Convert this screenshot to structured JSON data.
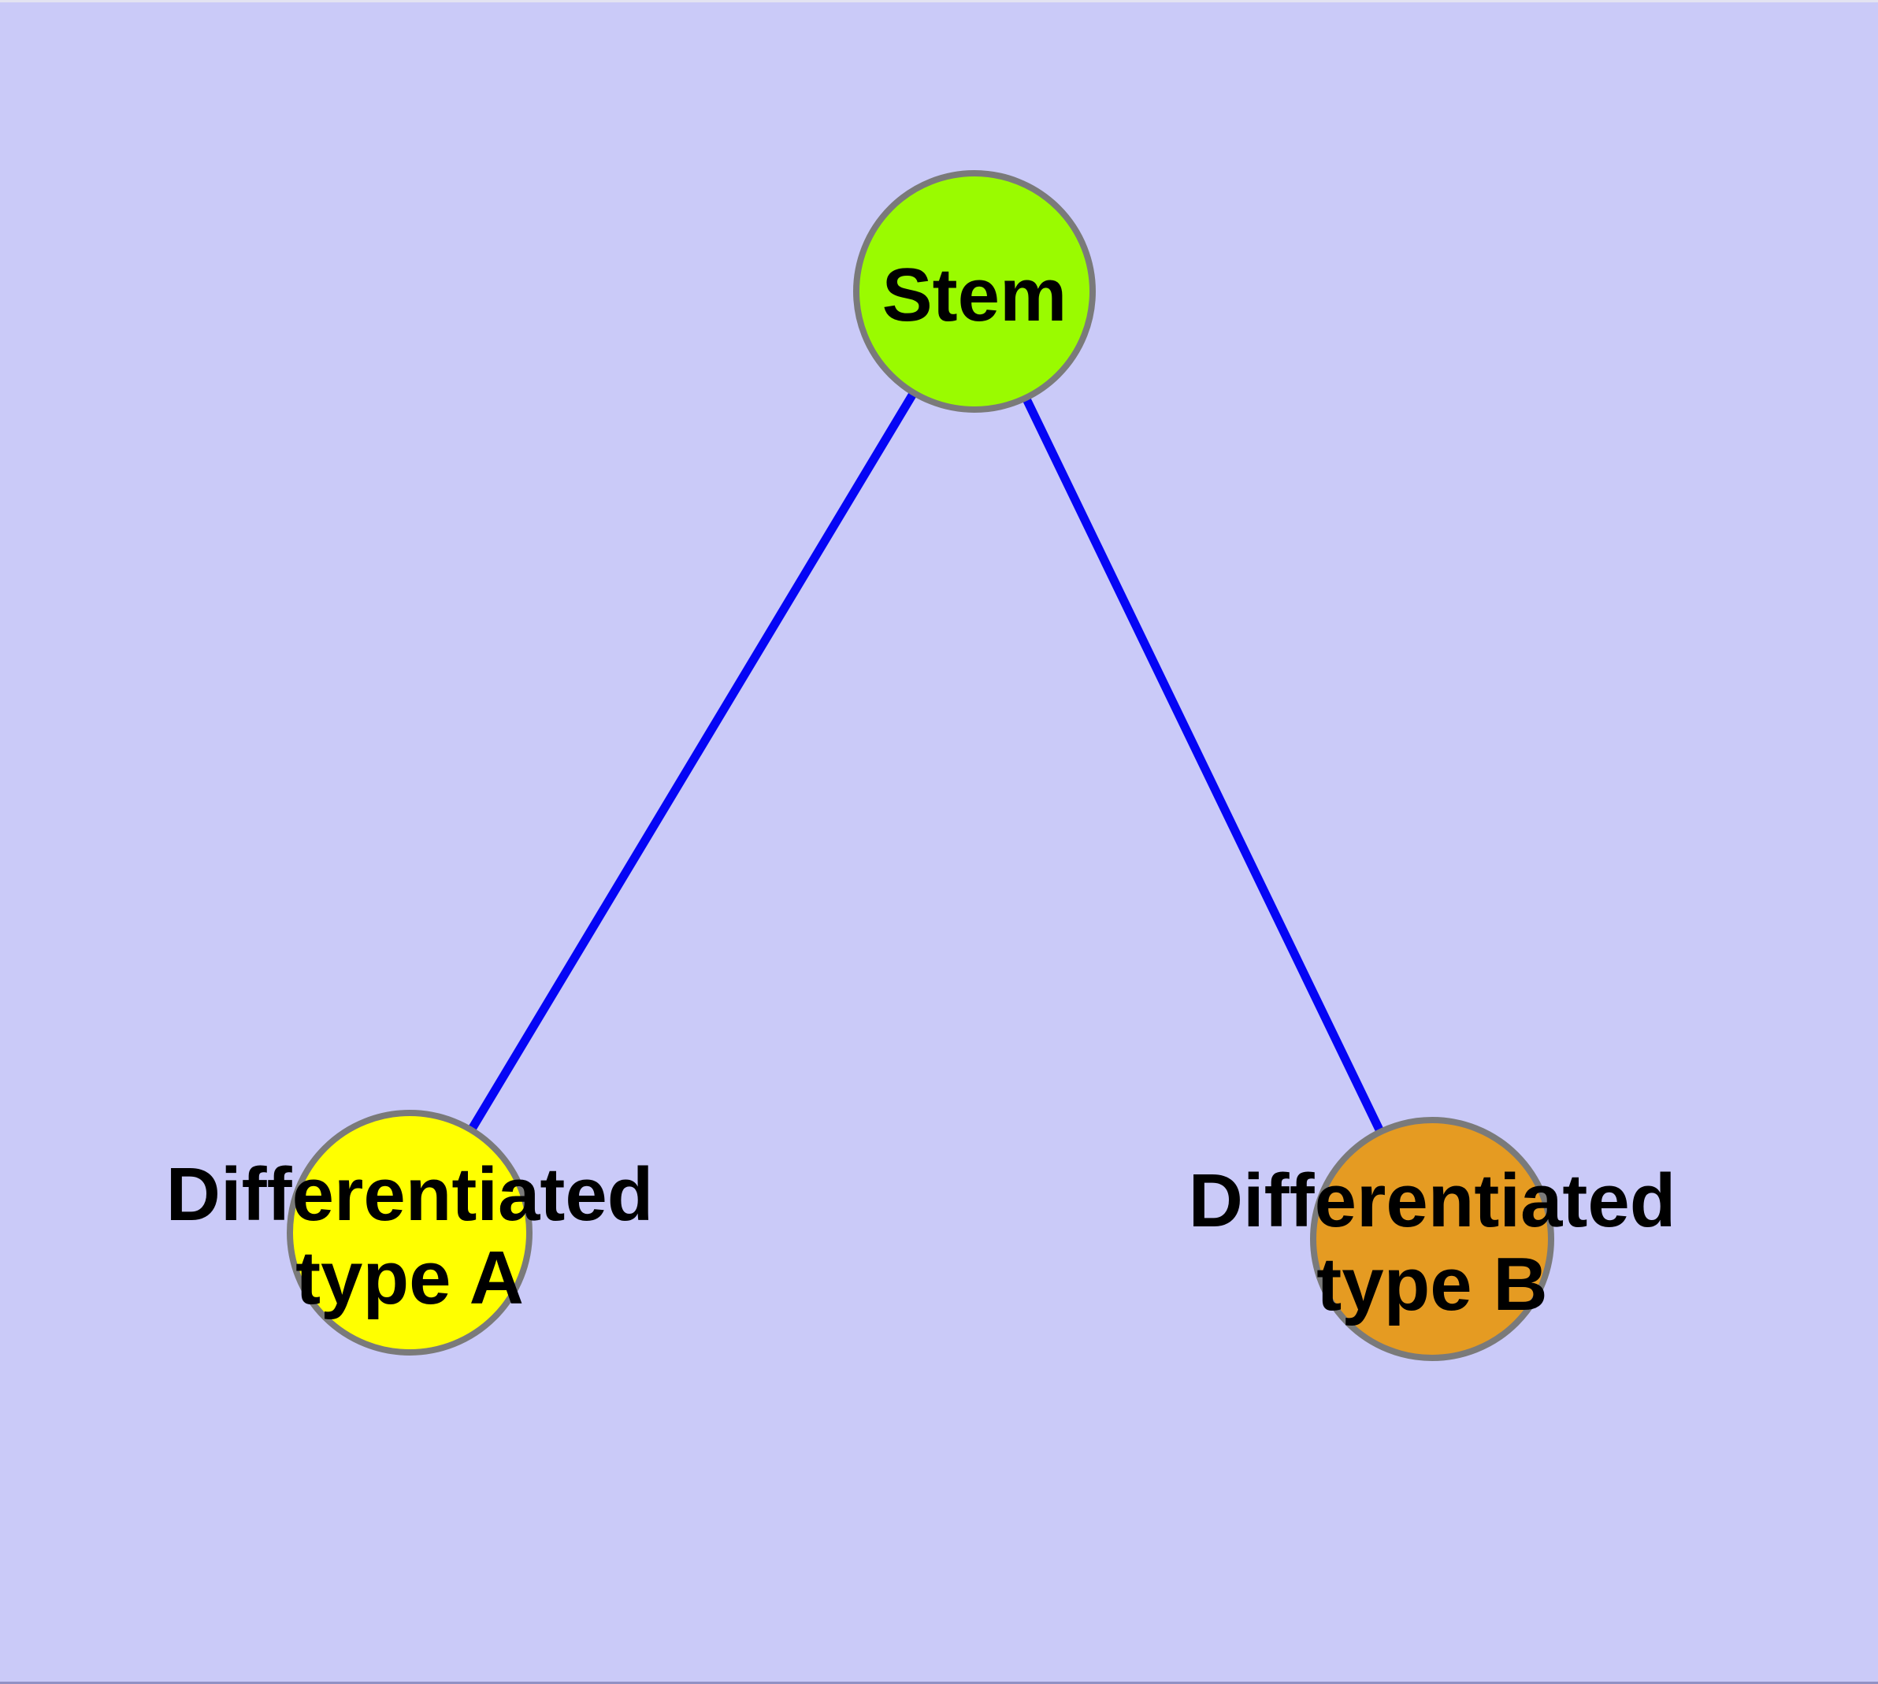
{
  "canvas": {
    "background": "#cacaf8",
    "node_border_color": "#7a7a7a",
    "top_hairline_color": "#e3e3f1",
    "bottom_hairline_color": "#9191c4"
  },
  "graph": {
    "nodes": [
      {
        "id": "stem",
        "label": "Stem",
        "lines": [
          "Stem"
        ],
        "fill": "#9afb00"
      },
      {
        "id": "differentiated-type-a",
        "label": "Differentiated type A",
        "lines": [
          "Differentiated",
          "type A"
        ],
        "fill": "#ffff00"
      },
      {
        "id": "differentiated-type-b",
        "label": "Differentiated type B",
        "lines": [
          "Differentiated",
          "type B"
        ],
        "fill": "#e59b22"
      }
    ],
    "edges": [
      {
        "from": "Stem",
        "to": "Differentiated type A",
        "color": "#0505f5",
        "width": "11"
      },
      {
        "from": "Stem",
        "to": "Differentiated type B",
        "color": "#0505f5",
        "width": "11"
      }
    ]
  }
}
